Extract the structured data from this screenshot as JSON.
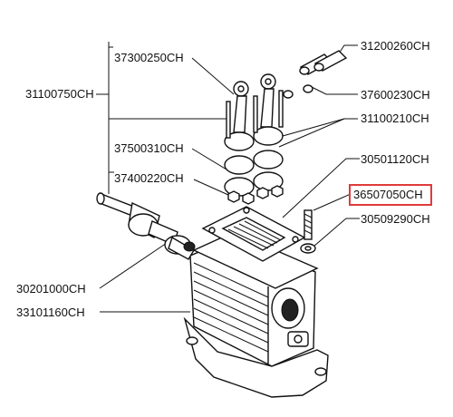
{
  "labels": {
    "p31200260": "31200260CH",
    "p37300250": "37300250CH",
    "p31100750": "31100750CH",
    "p37600230": "37600230CH",
    "p31100210": "31100210CH",
    "p37500310": "37500310CH",
    "p30501120": "30501120CH",
    "p37400220": "37400220CH",
    "p36507050": "36507050CH",
    "p30509290": "30509290CH",
    "p30201000": "30201000CH",
    "p33101160": "33101160CH"
  },
  "highlight": {
    "part": "36507050CH",
    "color": "#e03a3a"
  }
}
